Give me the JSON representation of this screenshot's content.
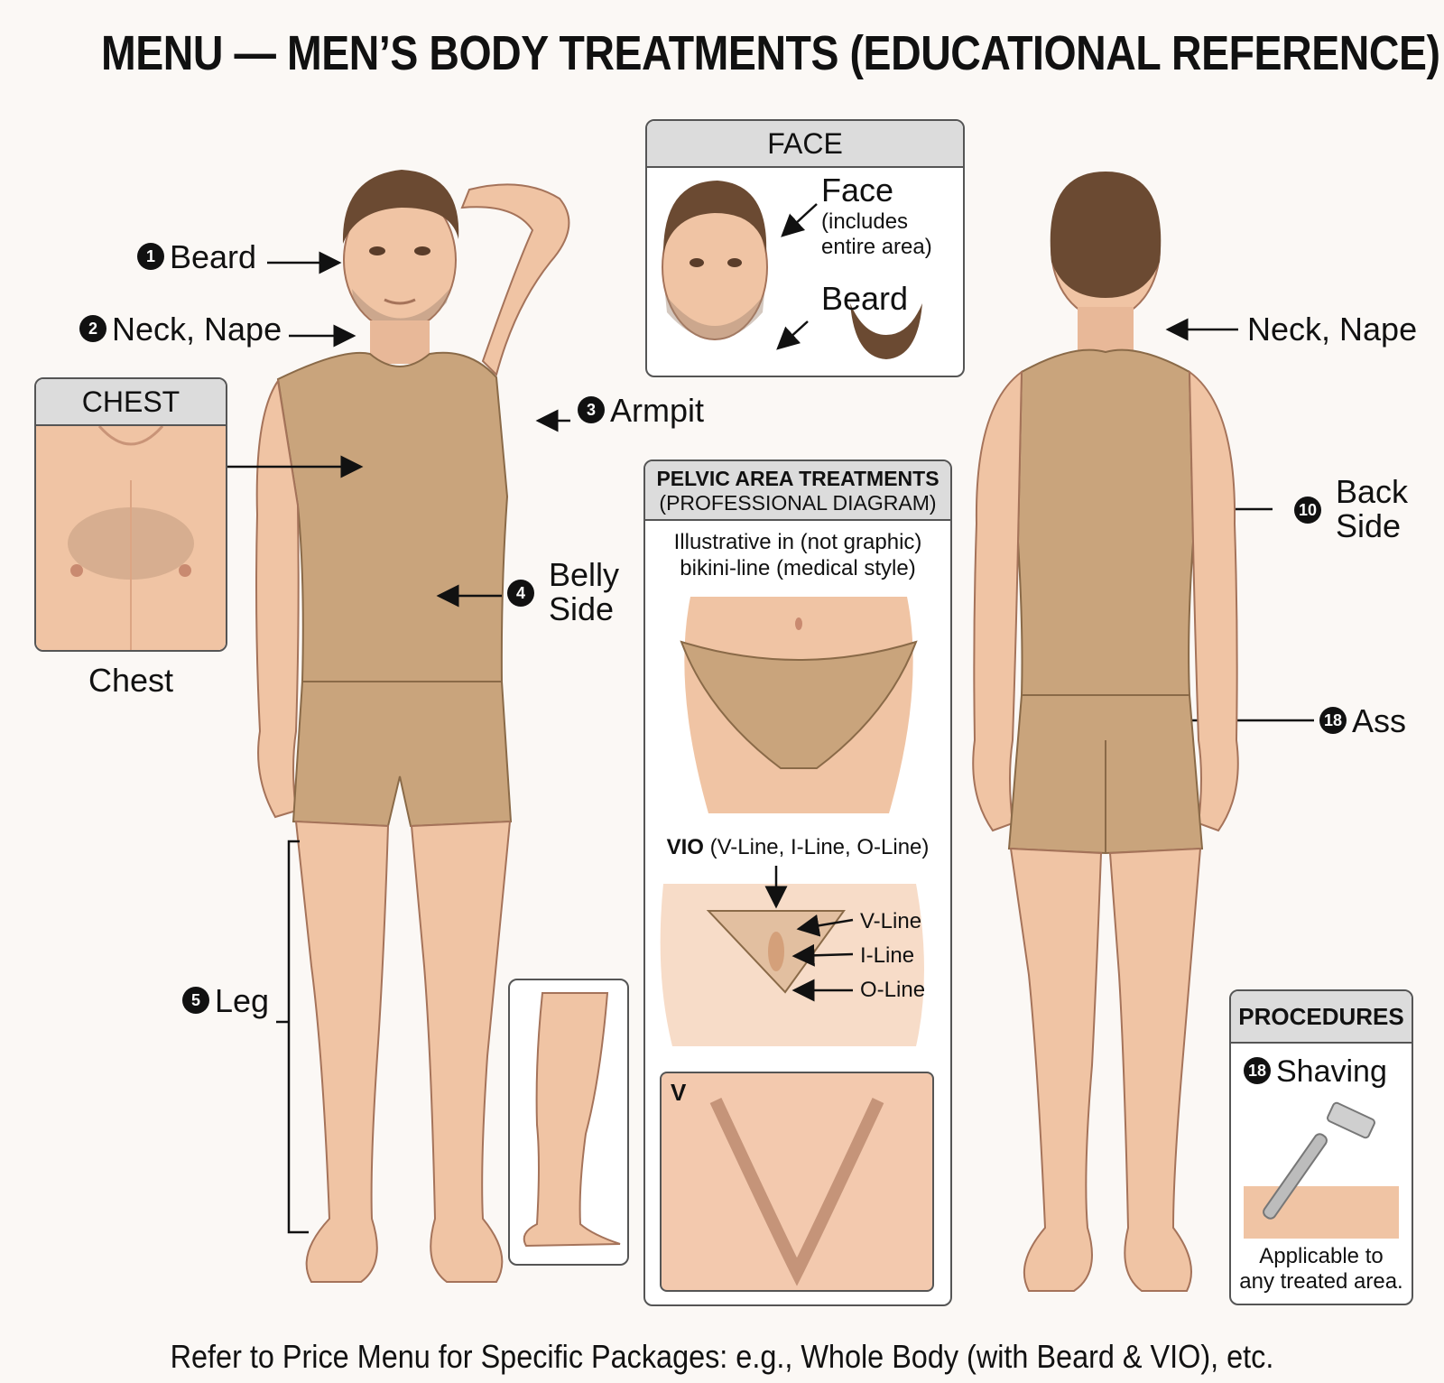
{
  "title": "MENU — MEN’S BODY TREATMENTS (EDUCATIONAL REFERENCE)",
  "footer": "Refer to Price Menu for Specific Packages: e.g., Whole Body (with Beard & VIO), etc.",
  "labels": {
    "beard": {
      "num": "1",
      "text": "Beard"
    },
    "neck": {
      "num": "2",
      "text": "Neck, Nape"
    },
    "armpit": {
      "num": "3",
      "text": "Armpit"
    },
    "belly_line1": "Belly",
    "belly_line2": "Side",
    "belly_num": "4",
    "leg": {
      "num": "5",
      "text": "Leg"
    },
    "back_neck": "Neck, Nape",
    "back_num": "10",
    "back_line1": "Back",
    "back_line2": "Side",
    "ass": {
      "num": "18",
      "text": "Ass"
    }
  },
  "chest_panel": {
    "header": "CHEST",
    "caption": "Chest"
  },
  "face_panel": {
    "header": "FACE",
    "face_label": "Face",
    "face_sub1": "(includes",
    "face_sub2": "entire area)",
    "beard_label": "Beard"
  },
  "pelvic_panel": {
    "header_line1": "PELVIC AREA TREATMENTS",
    "header_line2": "(PROFESSIONAL DIAGRAM)",
    "desc_line1": "Illustrative in (not graphic)",
    "desc_line2": "bikini-line (medical style)",
    "vio_bold": "VIO",
    "vio_rest": "(V-Line, I-Line, O-Line)",
    "v_line": "V-Line",
    "i_line": "I-Line",
    "o_line": "O-Line",
    "v_box": "V"
  },
  "procedures_panel": {
    "header": "PROCEDURES",
    "num": "18",
    "item": "Shaving",
    "caption_line1": "Applicable to",
    "caption_line2": "any treated area."
  },
  "colors": {
    "skin": "#f0c4a4",
    "skin_shade": "#dca584",
    "garment": "#c9a47c",
    "garment_shade": "#b48d66",
    "hair": "#6b4a32",
    "panel_header": "#dcdcdc"
  }
}
